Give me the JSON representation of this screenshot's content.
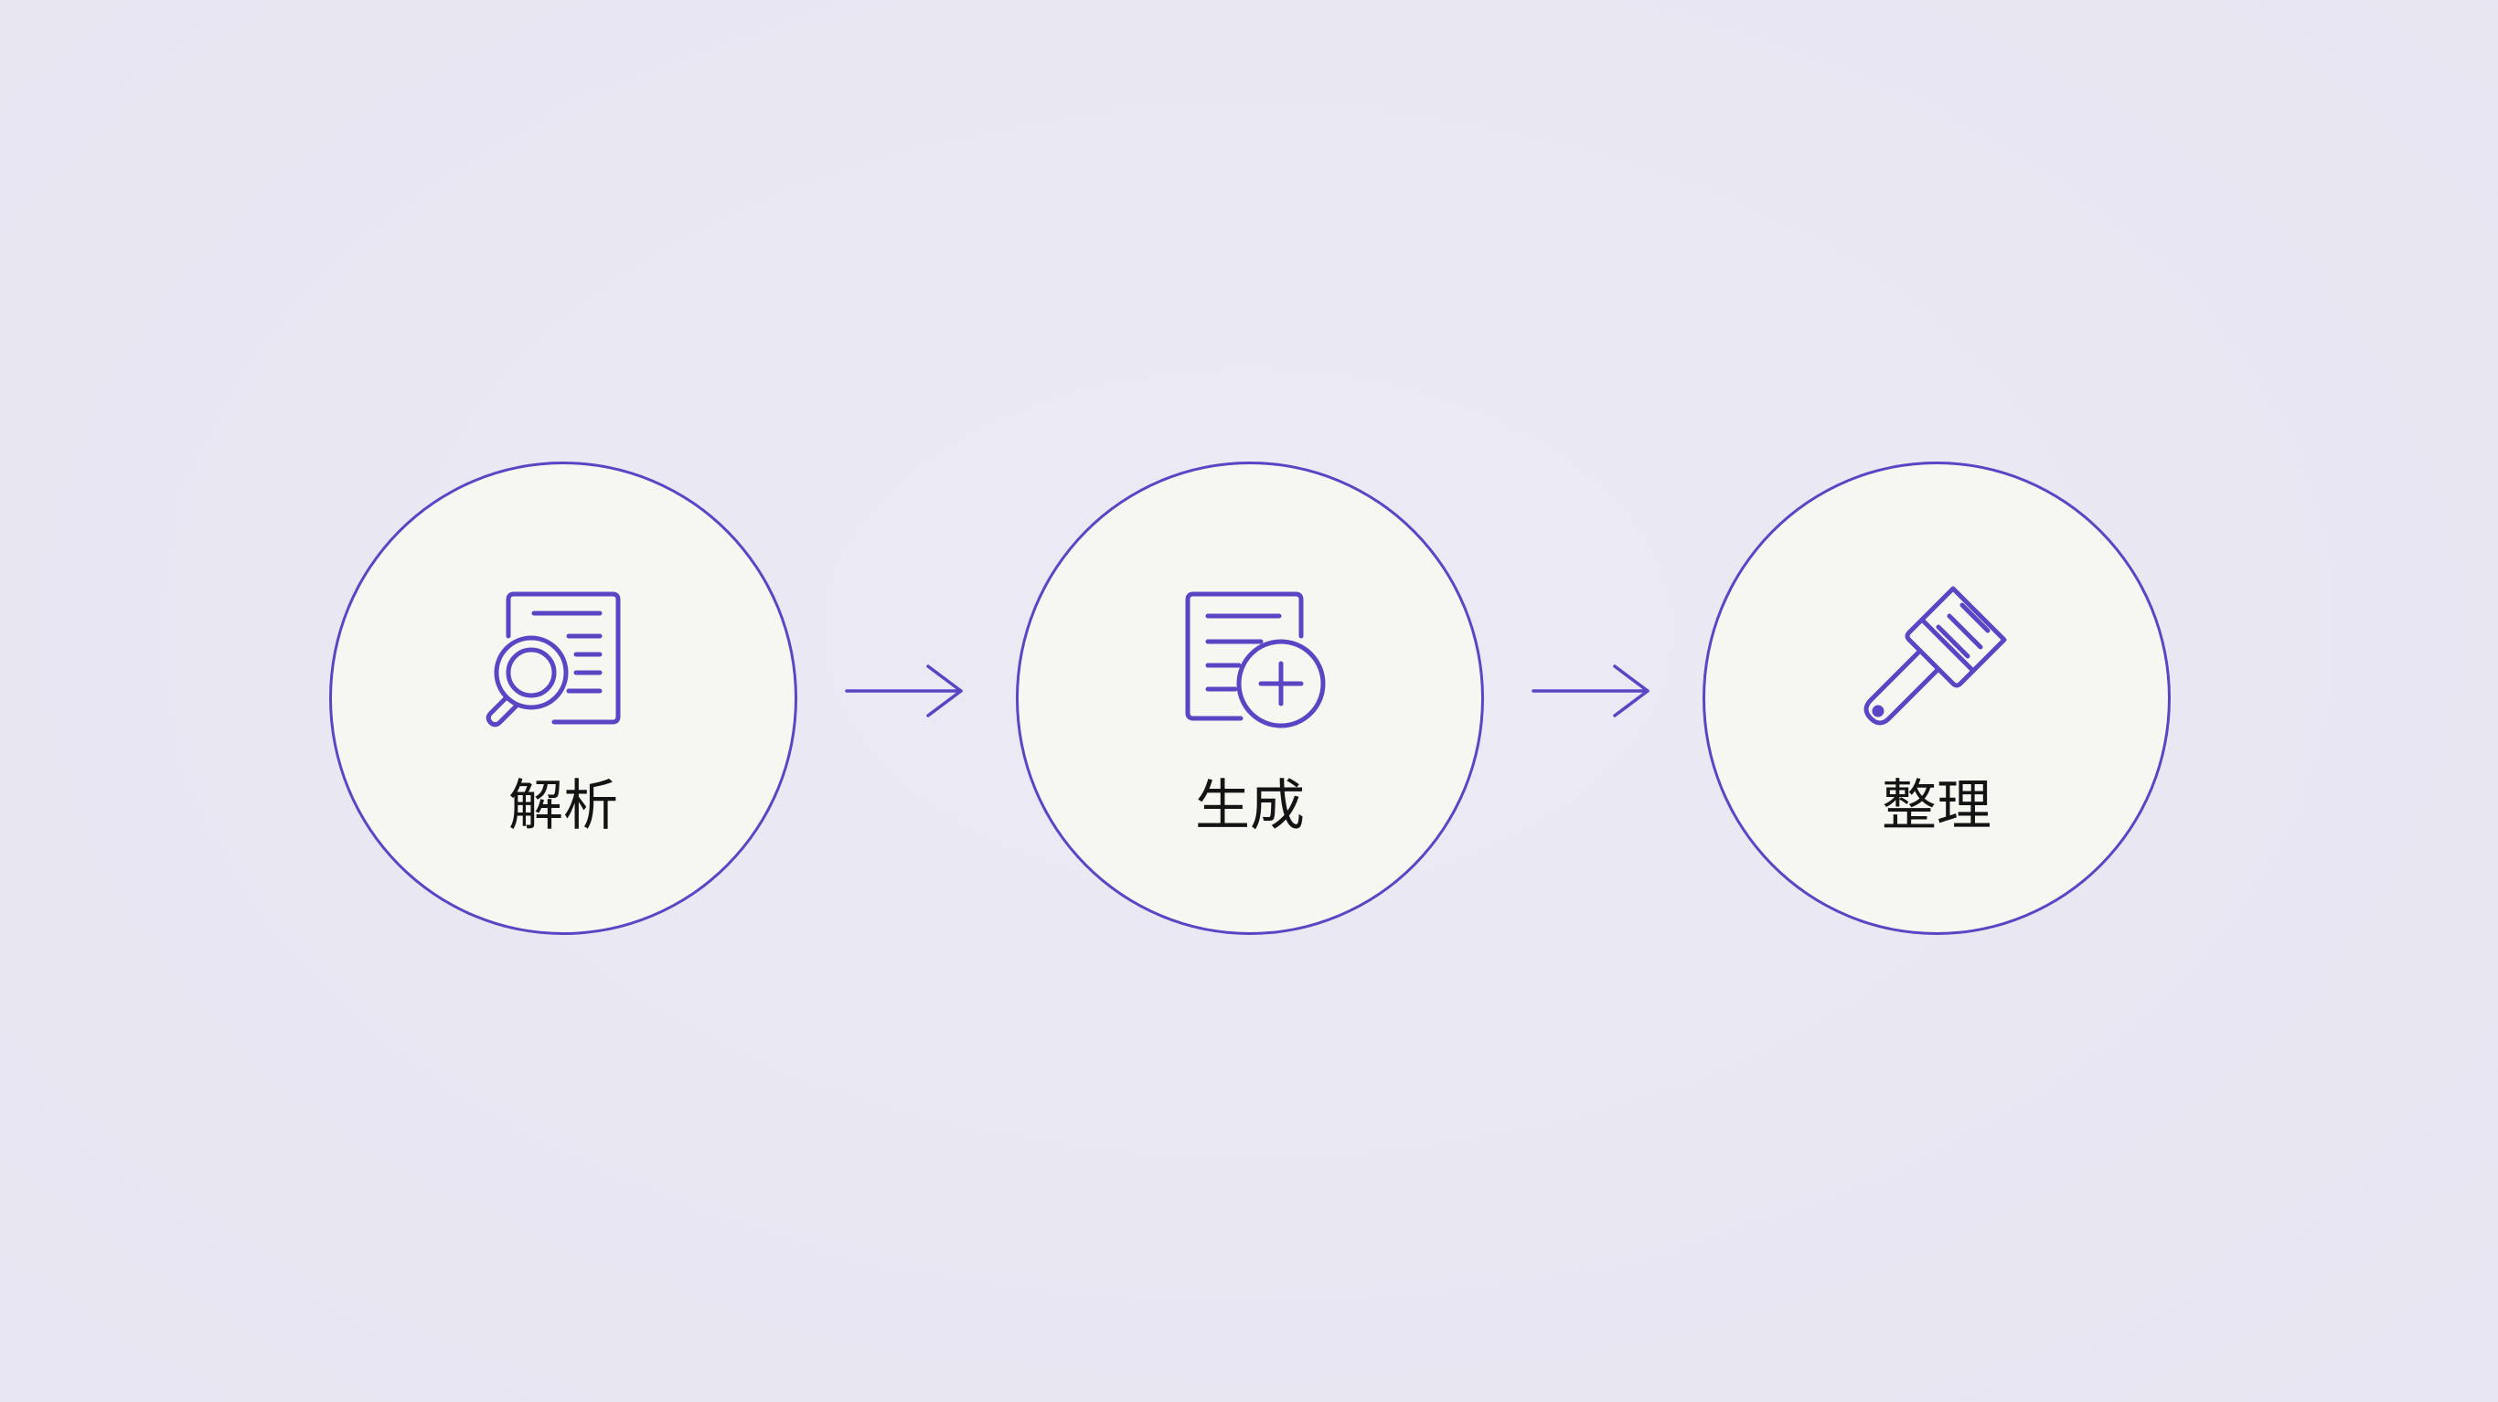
{
  "diagram": {
    "accent_color": "#5b45c4",
    "steps": [
      {
        "label": "解析",
        "icon": "document-search-icon"
      },
      {
        "label": "生成",
        "icon": "document-add-icon"
      },
      {
        "label": "整理",
        "icon": "brush-icon"
      }
    ],
    "connector": "arrow-right-icon"
  }
}
